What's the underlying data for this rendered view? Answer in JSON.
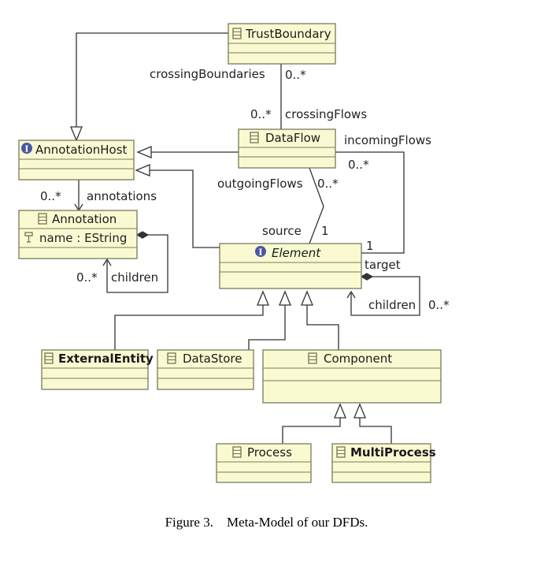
{
  "classes": {
    "trust_boundary": {
      "name": "TrustBoundary",
      "kind": "class"
    },
    "annotation_host": {
      "name": "AnnotationHost",
      "kind": "interface"
    },
    "data_flow": {
      "name": "DataFlow",
      "kind": "class"
    },
    "annotation": {
      "name": "Annotation",
      "kind": "class",
      "attribute": "name : EString"
    },
    "element": {
      "name": "Element",
      "kind": "interface"
    },
    "external_entity": {
      "name": "ExternalEntity",
      "kind": "class"
    },
    "data_store": {
      "name": "DataStore",
      "kind": "class"
    },
    "component": {
      "name": "Component",
      "kind": "class"
    },
    "process": {
      "name": "Process",
      "kind": "class"
    },
    "multi_process": {
      "name": "MultiProcess",
      "kind": "class"
    }
  },
  "labels": {
    "crossing_boundaries": "crossingBoundaries",
    "crossing_boundaries_mult": "0..*",
    "crossing_flows_mult": "0..*",
    "crossing_flows": "crossingFlows",
    "incoming_flows": "incomingFlows",
    "incoming_flows_mult": "0..*",
    "outgoing_flows": "outgoingFlows",
    "outgoing_flows_mult": "0..*",
    "annotations_mult": "0..*",
    "annotations": "annotations",
    "source": "source",
    "source_mult": "1",
    "target_mult": "1",
    "target": "target",
    "ann_children_mult": "0..*",
    "ann_children": "children",
    "el_children": "children",
    "el_children_mult": "0..*"
  },
  "caption": {
    "label": "Figure 3.",
    "text": "Meta-Model of our DFDs."
  },
  "colors": {
    "class_fill": "#fafad2",
    "border": "#7a7a5a",
    "line": "#333333",
    "interface_badge": "#4a56a6",
    "class_icon": "#6b6b3a"
  }
}
